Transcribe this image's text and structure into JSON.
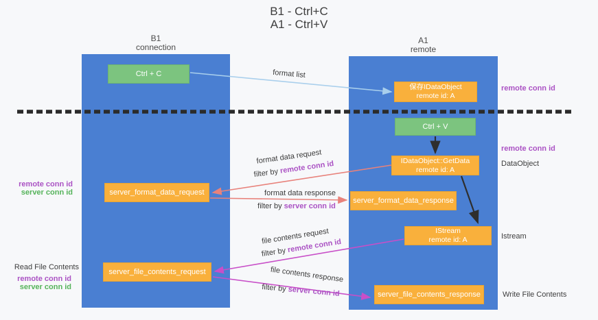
{
  "title": {
    "line1": "B1 - Ctrl+C",
    "line2": "A1 - Ctrl+V"
  },
  "lanes": {
    "left": {
      "name": "B1",
      "role": "connection"
    },
    "right": {
      "name": "A1",
      "role": "remote"
    }
  },
  "nodes": {
    "ctrl_c": "Ctrl + C",
    "save_idataobject": {
      "line1": "保存IDataObject",
      "line2": "remote id: A"
    },
    "ctrl_v": "Ctrl + V",
    "getdata": {
      "line1": "IDataObject::GetData",
      "line2": "remote id: A"
    },
    "format_request": "server_format_data_request",
    "format_response": "server_format_data_response",
    "istream": {
      "line1": "IStream",
      "line2": "remote id: A"
    },
    "file_request": "server_file_contents_request",
    "file_response": "server_file_contents_response"
  },
  "labels": {
    "format_list": "format list",
    "format_data_request": "format data request",
    "format_data_response": "format data response",
    "file_contents_request": "file contents request",
    "file_contents_response": "file contents response",
    "filter_by": "filter by",
    "remote_conn_id": "remote conn id",
    "server_conn_id": "server conn id",
    "dataobject": "DataObject",
    "istream_side": "Istream",
    "read_file_contents": "Read File Contents",
    "write_file_contents": "Write File Contents"
  },
  "colors": {
    "lane_blue": "#4a7fd2",
    "node_orange": "#f9b03c",
    "node_green": "#7cc47f",
    "purple_text": "#ab53c4",
    "green_text": "#55b35a",
    "arrow_light_blue": "#a9cfec",
    "arrow_salmon": "#e8827b",
    "arrow_magenta": "#c84fc8",
    "arrow_black": "#2e2e2e",
    "dashed_line": "#2b2b2b"
  }
}
